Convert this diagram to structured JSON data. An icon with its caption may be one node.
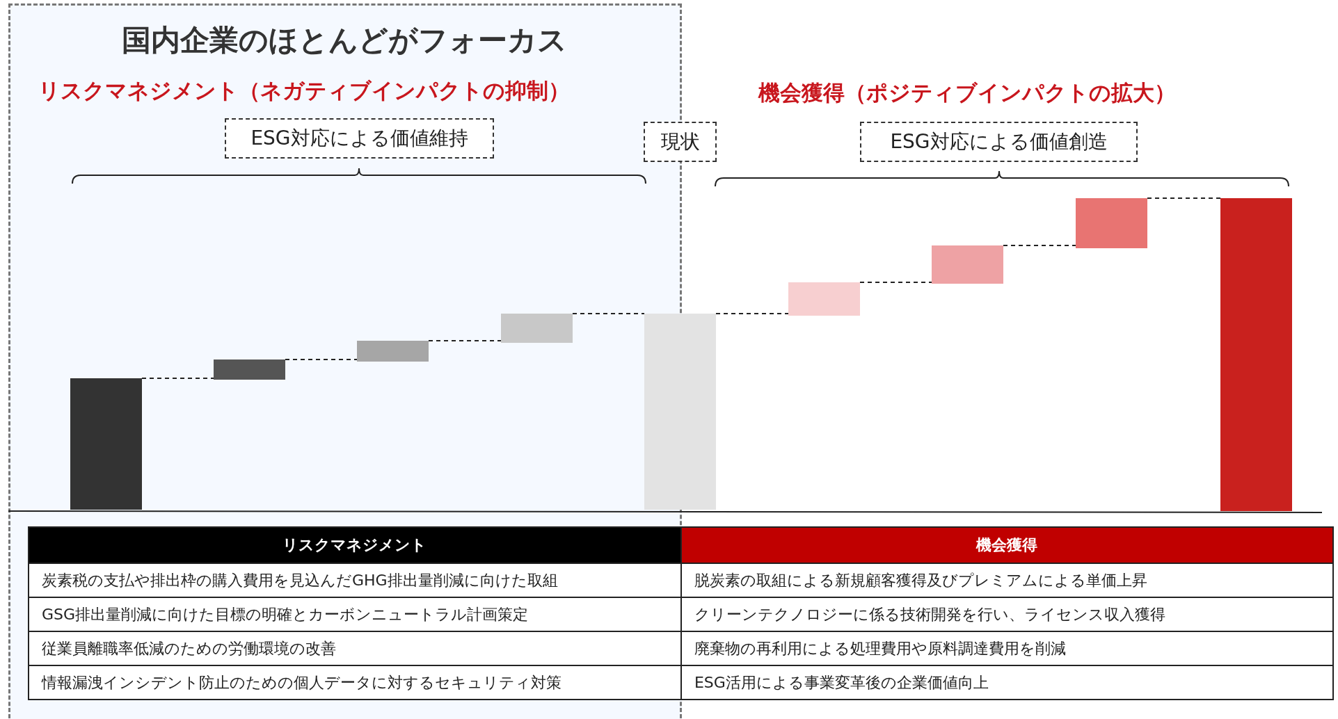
{
  "diagram": {
    "title": "国内企業のほとんどがフォーカス",
    "nodes": [
      {
        "text": [
          "ESG対応による価値維持"
        ]
      },
      {
        "text": [
          "現状"
        ]
      },
      {
        "text": [
          "ESG対応による価値創造"
        ]
      }
    ],
    "labels": [
      "リスクマネジメント（ネガティブインパクトの抑制）",
      "機会獲得（ポジティブインパクトの拡大）",
      "リスクマネジメント",
      "機会獲得",
      "炭素税の支払や排出枠の購入費用を見込んだGHG排出量削減に向けた取組",
      "脱炭素の取組による新規顧客獲得及びプレミアムによる単価上昇",
      "GSG排出量削減に向けた目標の明確とカーボンニュートラル計画策定",
      "クリーンテクノロジーに係る技術開発を行い、ライセンス収入獲得",
      "従業員離職率低減のための労働環境の改善",
      "廃棄物の再利用による処理費用や原料調達費用を削減",
      "情報漏洩インシデント防止のための個人データに対するセキュリティ対策",
      "ESG活用による事業変革後の企業価値向上"
    ]
  }
}
